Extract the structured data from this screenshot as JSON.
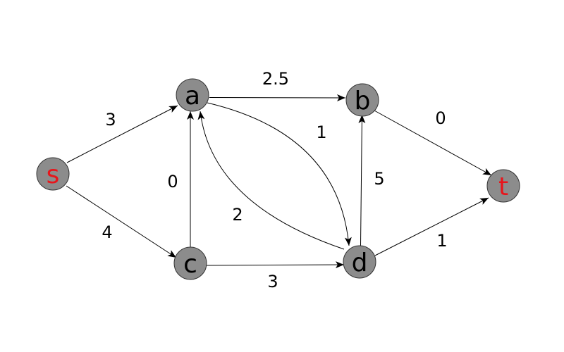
{
  "colors": {
    "node_fill": "#8c8c8c",
    "node_stroke": "#333333",
    "endpoint_label": "#e8151b",
    "label": "#000000",
    "edge": "#000000"
  },
  "nodes": [
    {
      "id": "s",
      "label": "s",
      "endpoint": true
    },
    {
      "id": "a",
      "label": "a",
      "endpoint": false
    },
    {
      "id": "b",
      "label": "b",
      "endpoint": false
    },
    {
      "id": "c",
      "label": "c",
      "endpoint": false
    },
    {
      "id": "d",
      "label": "d",
      "endpoint": false
    },
    {
      "id": "t",
      "label": "t",
      "endpoint": true
    }
  ],
  "edges": [
    {
      "id": "s-a",
      "from": "s",
      "to": "a",
      "weight": "3"
    },
    {
      "id": "s-c",
      "from": "s",
      "to": "c",
      "weight": "4"
    },
    {
      "id": "a-b",
      "from": "a",
      "to": "b",
      "weight": "2.5"
    },
    {
      "id": "a-d",
      "from": "a",
      "to": "d",
      "weight": "1"
    },
    {
      "id": "d-a",
      "from": "d",
      "to": "a",
      "weight": "2"
    },
    {
      "id": "c-a",
      "from": "c",
      "to": "a",
      "weight": "0"
    },
    {
      "id": "c-d",
      "from": "c",
      "to": "d",
      "weight": "3"
    },
    {
      "id": "d-b",
      "from": "d",
      "to": "b",
      "weight": "5"
    },
    {
      "id": "b-t",
      "from": "b",
      "to": "t",
      "weight": "0"
    },
    {
      "id": "d-t",
      "from": "d",
      "to": "t",
      "weight": "1"
    }
  ]
}
